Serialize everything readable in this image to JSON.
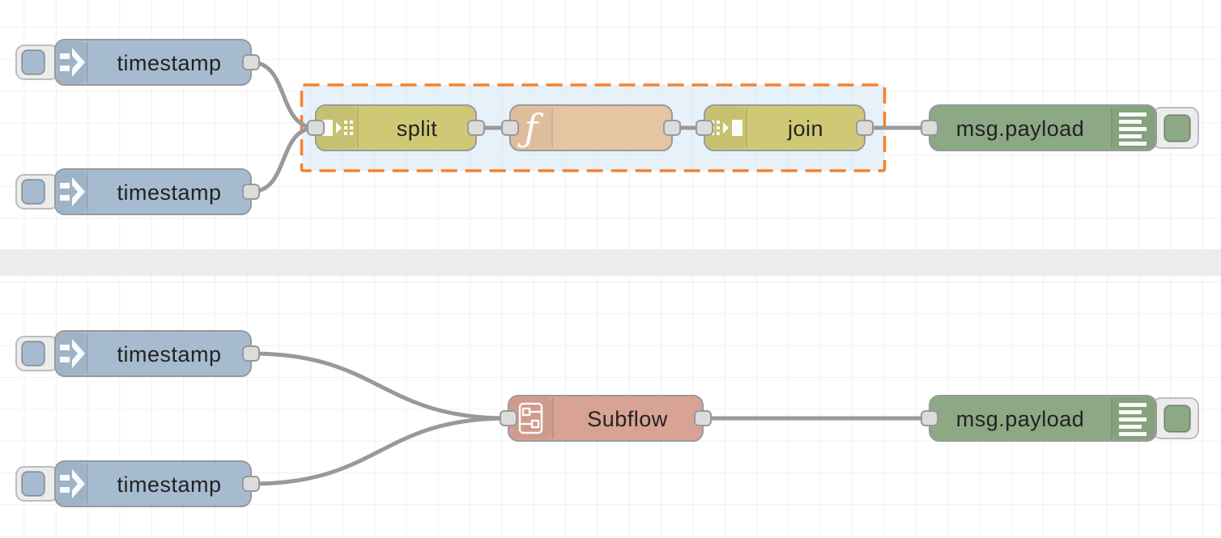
{
  "app": {
    "name": "Node-RED",
    "view": "flow-editor-canvas"
  },
  "colors": {
    "canvas_bg": "#ffffff",
    "grid_line": "#ececec",
    "section_divider": "#ececec",
    "wire": "#999999",
    "node_border": "#999999",
    "port_fill": "#dcdcdc",
    "label_text": "#222222",
    "icon": "#ffffff",
    "inject_node": "#a6bbcf",
    "split_join_node": "#cfc975",
    "function_node": "#e6c5a3",
    "debug_node": "#8ca884",
    "subflow_node": "#d8a294",
    "selection_border": "#f5822d",
    "selection_fill": "#cfe3f6",
    "button_fill": "#ececec"
  },
  "flows": {
    "top": {
      "inject_a": {
        "type": "inject",
        "label": "timestamp"
      },
      "inject_b": {
        "type": "inject",
        "label": "timestamp"
      },
      "split": {
        "type": "split",
        "label": "split"
      },
      "function": {
        "type": "function",
        "label": ""
      },
      "join": {
        "type": "join",
        "label": "join"
      },
      "debug": {
        "type": "debug",
        "label": "msg.payload"
      }
    },
    "bottom": {
      "inject_a": {
        "type": "inject",
        "label": "timestamp"
      },
      "inject_b": {
        "type": "inject",
        "label": "timestamp"
      },
      "subflow": {
        "type": "subflow-instance",
        "label": "Subflow"
      },
      "debug": {
        "type": "debug",
        "label": "msg.payload"
      }
    }
  },
  "icons": {
    "inject": "inject-arrow-icon",
    "split": "split-icon",
    "function": "function-f-icon",
    "join": "join-icon",
    "debug": "debug-lines-icon",
    "subflow": "subflow-icon"
  }
}
